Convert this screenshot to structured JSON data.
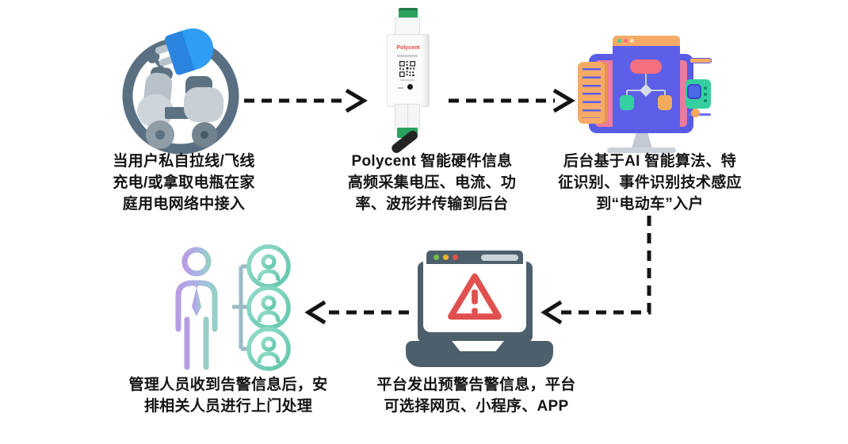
{
  "page": {
    "background": "#ffffff",
    "type": "process-flow-diagram"
  },
  "steps": [
    {
      "id": "step-1",
      "illustration": "electric-scooter-with-plug",
      "caption_lines": [
        "当用户私自拉线/飞线",
        "充电/或拿取电瓶在家",
        "庭用电网络中接入"
      ]
    },
    {
      "id": "step-2",
      "illustration": "polycent-smart-meter-device",
      "brand": "Polycent",
      "caption_lines": [
        "Polycent 智能硬件信息",
        "高频采集电压、电流、功",
        "率、波形并传输到后台"
      ]
    },
    {
      "id": "step-3",
      "illustration": "ai-analysis-monitor",
      "caption_lines": [
        "后台基于AI 智能算法、特",
        "征识别、事件识别技术感应",
        "到“电动车”入户"
      ]
    },
    {
      "id": "step-4",
      "illustration": "alert-laptop",
      "caption_lines": [
        "平台发出预警告警信息，平台",
        "可选择网页、小程序、APP"
      ]
    },
    {
      "id": "step-5",
      "illustration": "manager-assigning-team",
      "caption_lines": [
        "管理人员收到告警信息后，安",
        "排相关人员进行上门处理"
      ]
    }
  ],
  "flow_arrows": [
    {
      "from": "step-1",
      "to": "step-2",
      "style": "dashed",
      "direction": "right"
    },
    {
      "from": "step-2",
      "to": "step-3",
      "style": "dashed",
      "direction": "right"
    },
    {
      "from": "step-3",
      "to": "step-4",
      "style": "dashed",
      "direction": "down-then-left"
    },
    {
      "from": "step-4",
      "to": "step-5",
      "style": "dashed",
      "direction": "left"
    }
  ],
  "colors": {
    "arrow": "#141414",
    "caption_text": "#141414",
    "scooter_ring": "#5a7082",
    "scooter_body_light": "#b7c2ca",
    "scooter_body_dark": "#5c7282",
    "plug_blue_light": "#2f9df4",
    "plug_blue_dark": "#2a83df",
    "device_brand_red": "#e8483f",
    "device_terminal_green": "#2ca05e",
    "monitor_purple": "#585ce5",
    "monitor_screen_pink": "#ec7b9d",
    "monitor_orange": "#f5ab66",
    "flowchart_pink": "#f46f80",
    "flowchart_green": "#35d0a0",
    "flowchart_orange": "#f2ab5e",
    "laptop_slate": "#4d5f6b",
    "alert_red": "#e0504e",
    "traffic_green": "#72bf4a",
    "traffic_yellow": "#f0b42a",
    "traffic_red": "#e05349",
    "people_purple": "#b79ce2",
    "people_teal": "#62c5ad"
  }
}
